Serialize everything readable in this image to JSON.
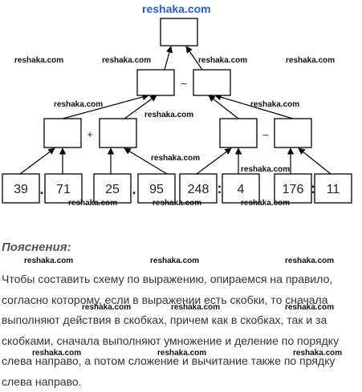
{
  "site_watermark": "reshaka.com",
  "leaves": [
    "39",
    "71",
    "25",
    "95",
    "248",
    "4",
    "176",
    "11"
  ],
  "operators": {
    "root": "–",
    "left": "+",
    "right": "–",
    "leaf1": "·",
    "leaf2": "·",
    "leaf3": ":",
    "leaf4": ":"
  },
  "explanation": {
    "title": "Пояснения:",
    "text": "Чтобы составить схему по выражению, опираемся на правило, согласно которому, если в выражении есть скобки, то сначала выполняют действия в скобках, причем как в скобках, так и за скобками, сначала выполняют умножение и деление по порядку слева направо, а потом сложение и вычитание также по прядку слева направо."
  }
}
